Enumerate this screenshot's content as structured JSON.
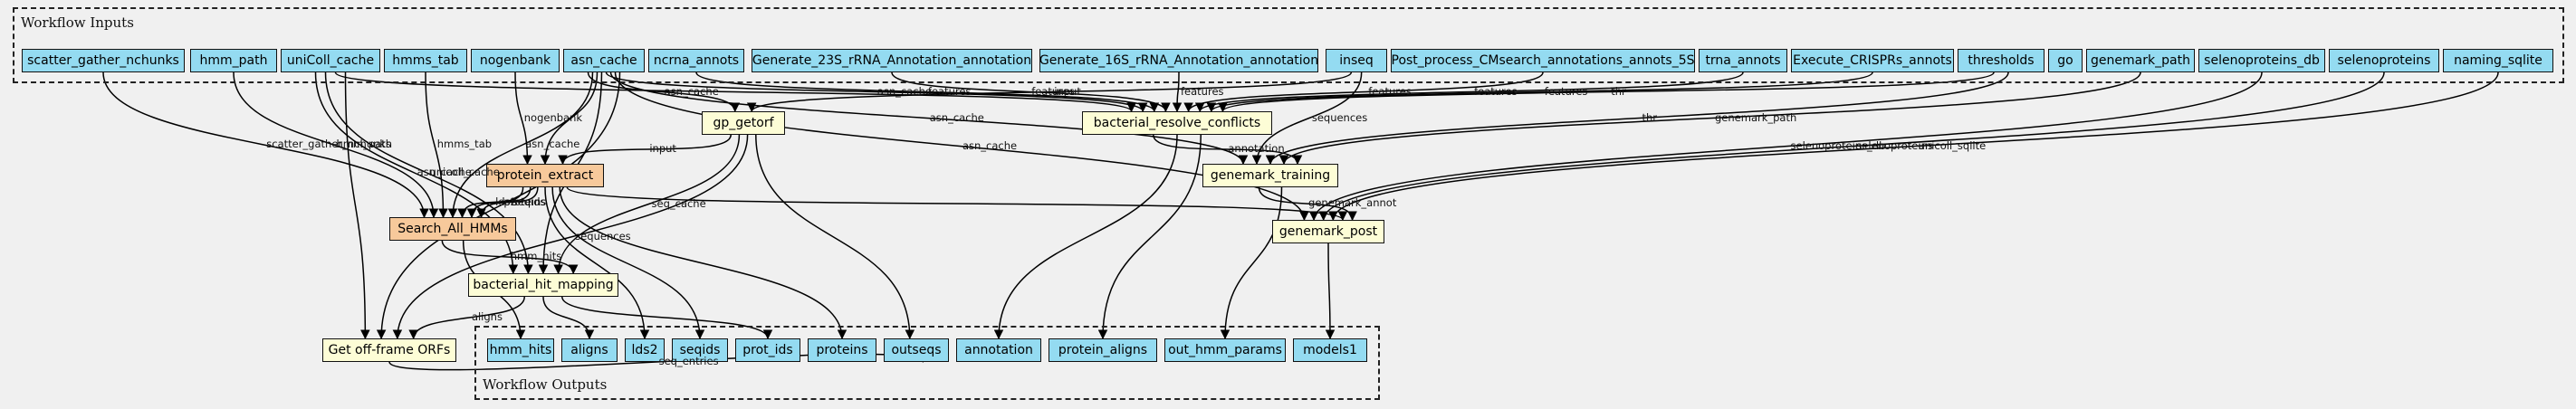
{
  "clusters": {
    "inputs_label": "Workflow Inputs",
    "outputs_label": "Workflow Outputs"
  },
  "inputs": [
    {
      "id": "scatter_gather_nchunks",
      "label": "scatter_gather_nchunks"
    },
    {
      "id": "hmm_path",
      "label": "hmm_path"
    },
    {
      "id": "uniColl_cache",
      "label": "uniColl_cache"
    },
    {
      "id": "hmms_tab",
      "label": "hmms_tab"
    },
    {
      "id": "nogenbank",
      "label": "nogenbank"
    },
    {
      "id": "asn_cache",
      "label": "asn_cache"
    },
    {
      "id": "ncrna_annots",
      "label": "ncrna_annots"
    },
    {
      "id": "gen23s",
      "label": "Generate_23S_rRNA_Annotation_annotation"
    },
    {
      "id": "gen16s",
      "label": "Generate_16S_rRNA_Annotation_annotation"
    },
    {
      "id": "inseq",
      "label": "inseq"
    },
    {
      "id": "post5s",
      "label": "Post_process_CMsearch_annotations_annots_5S"
    },
    {
      "id": "trna_annots",
      "label": "trna_annots"
    },
    {
      "id": "crispr",
      "label": "Execute_CRISPRs_annots"
    },
    {
      "id": "thresholds",
      "label": "thresholds"
    },
    {
      "id": "go",
      "label": "go"
    },
    {
      "id": "genemark_path",
      "label": "genemark_path"
    },
    {
      "id": "selenoproteins_db",
      "label": "selenoproteins_db"
    },
    {
      "id": "selenoproteins",
      "label": "selenoproteins"
    },
    {
      "id": "naming_sqlite",
      "label": "naming_sqlite"
    }
  ],
  "steps": [
    {
      "id": "gp_getorf",
      "label": "gp_getorf",
      "kind": "step"
    },
    {
      "id": "bacterial_resolve_conflicts",
      "label": "bacterial_resolve_conflicts",
      "kind": "step"
    },
    {
      "id": "protein_extract",
      "label": "protein_extract",
      "kind": "sub"
    },
    {
      "id": "genemark_training",
      "label": "genemark_training",
      "kind": "step"
    },
    {
      "id": "genemark_post",
      "label": "genemark_post",
      "kind": "step"
    },
    {
      "id": "search_all_hmms",
      "label": "Search_All_HMMs",
      "kind": "sub"
    },
    {
      "id": "bacterial_hit_mapping",
      "label": "bacterial_hit_mapping",
      "kind": "step"
    },
    {
      "id": "get_offframe",
      "label": "Get off-frame ORFs",
      "kind": "step"
    }
  ],
  "outputs": [
    {
      "id": "out_hmm_hits",
      "label": "hmm_hits"
    },
    {
      "id": "out_aligns",
      "label": "aligns"
    },
    {
      "id": "out_lds2",
      "label": "lds2"
    },
    {
      "id": "out_seqids",
      "label": "seqids"
    },
    {
      "id": "out_prot_ids",
      "label": "prot_ids"
    },
    {
      "id": "out_proteins",
      "label": "proteins"
    },
    {
      "id": "out_outseqs",
      "label": "outseqs"
    },
    {
      "id": "out_annotation",
      "label": "annotation"
    },
    {
      "id": "out_protein_aligns",
      "label": "protein_aligns"
    },
    {
      "id": "out_hmm_params",
      "label": "out_hmm_params"
    },
    {
      "id": "out_models1",
      "label": "models1"
    }
  ],
  "edges": [
    {
      "from": "scatter_gather_nchunks",
      "to": "search_all_hmms",
      "label": "scatter_gather_nchunks"
    },
    {
      "from": "hmm_path",
      "to": "search_all_hmms",
      "label": "hmm_path"
    },
    {
      "from": "hmms_tab",
      "to": "search_all_hmms",
      "label": "hmms_tab"
    },
    {
      "from": "uniColl_cache",
      "to": "bacterial_hit_mapping",
      "label": "asn_cache"
    },
    {
      "from": "uniColl_cache",
      "to": "bacterial_hit_mapping",
      "label": "unicoll_cache"
    },
    {
      "from": "uniColl_cache",
      "to": "bacterial_resolve_conflicts",
      "label": ""
    },
    {
      "from": "uniColl_cache",
      "to": "get_offframe",
      "label": ""
    },
    {
      "from": "nogenbank",
      "to": "protein_extract",
      "label": "nogenbank"
    },
    {
      "from": "asn_cache",
      "to": "gp_getorf",
      "label": "asn_cache"
    },
    {
      "from": "asn_cache",
      "to": "search_all_hmms",
      "label": "asn_cache"
    },
    {
      "from": "asn_cache",
      "to": "protein_extract",
      "label": ""
    },
    {
      "from": "asn_cache",
      "to": "bacterial_hit_mapping",
      "label": ""
    },
    {
      "from": "asn_cache",
      "to": "bacterial_resolve_conflicts",
      "label": "asn_cache"
    },
    {
      "from": "asn_cache",
      "to": "genemark_training",
      "label": "asn_cache"
    },
    {
      "from": "asn_cache",
      "to": "genemark_post",
      "label": "asn_cache"
    },
    {
      "from": "asn_cache",
      "to": "get_offframe",
      "label": ""
    },
    {
      "from": "ncrna_annots",
      "to": "bacterial_resolve_conflicts",
      "label": "features"
    },
    {
      "from": "gen23s",
      "to": "bacterial_resolve_conflicts",
      "label": "features"
    },
    {
      "from": "gen16s",
      "to": "bacterial_resolve_conflicts",
      "label": "features"
    },
    {
      "from": "inseq",
      "to": "gp_getorf",
      "label": "input"
    },
    {
      "from": "inseq",
      "to": "genemark_training",
      "label": "sequences"
    },
    {
      "from": "post5s",
      "to": "bacterial_resolve_conflicts",
      "label": "features"
    },
    {
      "from": "trna_annots",
      "to": "bacterial_resolve_conflicts",
      "label": "features"
    },
    {
      "from": "crispr",
      "to": "bacterial_resolve_conflicts",
      "label": "features"
    },
    {
      "from": "thresholds",
      "to": "bacterial_resolve_conflicts",
      "label": "thr"
    },
    {
      "from": "thresholds",
      "to": "genemark_training",
      "label": "thr"
    },
    {
      "from": "genemark_path",
      "to": "genemark_training",
      "label": "genemark_path"
    },
    {
      "from": "selenoproteins_db",
      "to": "genemark_post",
      "label": "selenoproteins_db"
    },
    {
      "from": "selenoproteins",
      "to": "genemark_post",
      "label": "selenoproteins"
    },
    {
      "from": "naming_sqlite",
      "to": "genemark_post",
      "label": "unicoll_sqlite"
    },
    {
      "from": "gp_getorf",
      "to": "protein_extract",
      "label": "input"
    },
    {
      "from": "gp_getorf",
      "to": "bacterial_hit_mapping",
      "label": "seq_cache"
    },
    {
      "from": "gp_getorf",
      "to": "get_offframe",
      "label": "sequences"
    },
    {
      "from": "gp_getorf",
      "to": "out_outseqs",
      "label": ""
    },
    {
      "from": "protein_extract",
      "to": "search_all_hmms",
      "label": "lds2"
    },
    {
      "from": "protein_extract",
      "to": "search_all_hmms",
      "label": "proteins"
    },
    {
      "from": "protein_extract",
      "to": "search_all_hmms",
      "label": "seqids"
    },
    {
      "from": "protein_extract",
      "to": "out_lds2",
      "label": ""
    },
    {
      "from": "protein_extract",
      "to": "out_seqids",
      "label": ""
    },
    {
      "from": "protein_extract",
      "to": "out_proteins",
      "label": ""
    },
    {
      "from": "protein_extract",
      "to": "genemark_post",
      "label": ""
    },
    {
      "from": "search_all_hmms",
      "to": "bacterial_hit_mapping",
      "label": "hmm_hits"
    },
    {
      "from": "search_all_hmms",
      "to": "out_hmm_hits",
      "label": ""
    },
    {
      "from": "bacterial_hit_mapping",
      "to": "get_offframe",
      "label": "aligns"
    },
    {
      "from": "bacterial_hit_mapping",
      "to": "out_aligns",
      "label": ""
    },
    {
      "from": "bacterial_hit_mapping",
      "to": "out_prot_ids",
      "label": ""
    },
    {
      "from": "get_offframe",
      "to": "out_outseqs",
      "label": "seq_entries"
    },
    {
      "from": "bacterial_resolve_conflicts",
      "to": "genemark_training",
      "label": "annotation"
    },
    {
      "from": "bacterial_resolve_conflicts",
      "to": "out_annotation",
      "label": ""
    },
    {
      "from": "bacterial_resolve_conflicts",
      "to": "out_protein_aligns",
      "label": ""
    },
    {
      "from": "genemark_training",
      "to": "genemark_post",
      "label": "genemark_annot"
    },
    {
      "from": "genemark_training",
      "to": "out_hmm_params",
      "label": ""
    },
    {
      "from": "genemark_post",
      "to": "out_models1",
      "label": ""
    }
  ]
}
